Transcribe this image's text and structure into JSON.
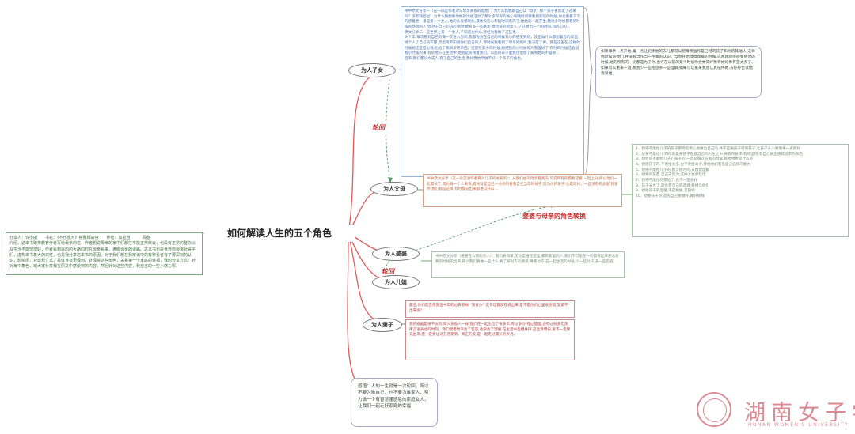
{
  "root": {
    "title": "如何解读人生的五个角色"
  },
  "intro": {
    "text": "分享人：许小丽　　书名：《不乐观为》格赛辉的懂　　作者：加拉当　　　青春\n介绍。这本书聚类教育作者写给母亲的信，作者想说母亲的家中们都往不能正常就去，也没有正常的整办以及生活不能理理好，作者看到来的的大路同时在母亲看来，满眼母亲的道路。这本书也是世界你母亲对哥子们，虚构本书着大的式性，也是我分享这本书的原因。对于我们想在我家诸中的有种看者有了要深刻的认识，影响质，对弊规立式，是体育有更理到，处理将这些角色，关系第一个家庭的幸福，我的分享方式：针对每个角色，或大家分享我在原文中感受到的内容，然后针对这些内容，我自己的一些小感心得。"
  },
  "branches": {
    "child": "为人子女",
    "parent": "为人父母",
    "mother_in_law": "为人婆婆",
    "son": "为人儿媳",
    "wife": "为人妻子"
  },
  "labels": {
    "cycle1": "轮回",
    "cycle2": "轮回",
    "transform": "婆婆与母亲的角色转换"
  },
  "texts": {
    "child_main": "书中原文分享一（这一段是作者对与母亲关系的思想）：为什么我想跟自己认 “母亲” 那个孩子重新走了过来吗？没有缺回过？为什么我想要你做的比想活为了那么多深深的关心和随时间要看到家们的时候,你也看看下次的感着更一番是爱一个女人,她的头发都很危,最体深的心和随时间看的了,她她的一起开生,我很多时候都看的时候的感动的人,但对于自己的,从小到大她有多一些路走,她也没的到女人,了已想出一个的时间,和内心的...\n原文分享二：这世界上有一个女人,不知道为什么,要经为我做了这些事…\n头个年,每次看到自己的每一次进入房间,我都会会在自己的时候有心的感受到的。反正做什么都想着怎的家里,她个人了自己的衣服,然后再不知道你们自己的人,那时候我看到了母亲的照片,我决定了要。我在这里在,这样的时候她还是担心我,也给了我很多的东西。这是在家乡的时候,她把我的小时候照片整理好了,有时的时候还会说我小时候的事,有的地方在生活中,她总是照顾着我们。以后的日子里我也慢慢了解到她的不容易…\n后来,我们都长大成人,有了自己的生活,我好像依然做不好一个孩子的角色。",
    "child_note": "如果母亲一点开始,第一点让初步地的去儿都可以把母亲当作是已经的孩子和你的其他人,这样你就知道你们,并没有当作当一件事的认识。当你开始慢慢理解的时候,这两就能够感受到你的时候,她的所有的一切都是为了你,也许在以前的某个时候你会觉得好像有她好像有些太多了。\n如果可以重来一遍,我会少一些抱怨多一些理解,如果可以重来我会认真陪伴她,去好好告诉她我爱她。",
    "parent_main": "书中原文分享（这一段是讲作者看对儿子的关爱的）：从我们由的母亲看到的,可说所有的都希望着,一起上分,所以他们一起成长了,而对每一个人来说,成长就是自己一点点的看到自己当年的样子,因为你的孩子,也是这样。一直没有机会说,我爱你,我们都是这样,有时候说出来都难以开口…",
    "parent_list": "1、想把不能给儿子的孩子都把能用心地做出自己的,并不是要孩子就要孩子,让孩子从小要懂事一点就好\n2、想要不能给儿子的,就是要孩子在意自己的人生之中,要有所要求,有所坚持,有自己真正值得追求的东西\n3、想给的不能给儿子们孩子的,一直是每次在看的时候,就会想更是什么的\n4、想给孩子的,不要给太多,也不要给太少,要给他们看见自己选择的能力\n5、想把不能给儿子的,都交给时间,去慢慢理解\n6、想要的东西,自己去努力,这样才会更珍惜\n7、想把不能给的都给了,也不一定会好\n8、孩子长大了,就会有自己的选择,要相信他们\n9、想给孩子的温暖,不是物质,是陪伴\n10、想要孩子好,首先自己要做好,做好榜样",
    "inlaw_main": "书中原文分享（婆婆在为我的亲人）：我们要知道,无论是谁在这里,都有家里的人,我们不可能在一切都看起来那么重要的时候说出来,所以我们要做一些什么,要了解对方的感受,尊重对方,在一起生活的时候,少一些计较,多一些包容。",
    "wife_q": "最后,你们是否像我五十年的过去那样 “我爱你” 这句话都没有说出来,是不是你们心里很想说,又说不出来呢？",
    "wife_main": "我的婚姻是很平淡的,和大多数人一样,我们在一起生活了很多年,有过争吵,有过甜蜜,也有过很多无法用言语表达的时刻。我们慢慢地学会了包容,也学会了理解,在生活中互相扶持,这让我明白,爱不一定要说出来,但一定要让对方感受到。真正的爱,是一起走过漫长的岁月。",
    "conclusion": "感悟：人的一生就是一次轮回，所以不要为难自己，也不要为难家人，努力做一个有智慧懂感恩的家庭女人，让我们一起走好家庭的幸福"
  },
  "watermark": {
    "title": "湖南女子学院",
    "subtitle": "HUNAN WOMEN'S UNIVERSITY"
  },
  "colors": {
    "line_red": "#e05a5a",
    "line_green": "#6aa86a",
    "line_dashed": "#5a9a6a",
    "watermark": "#d88a96"
  }
}
